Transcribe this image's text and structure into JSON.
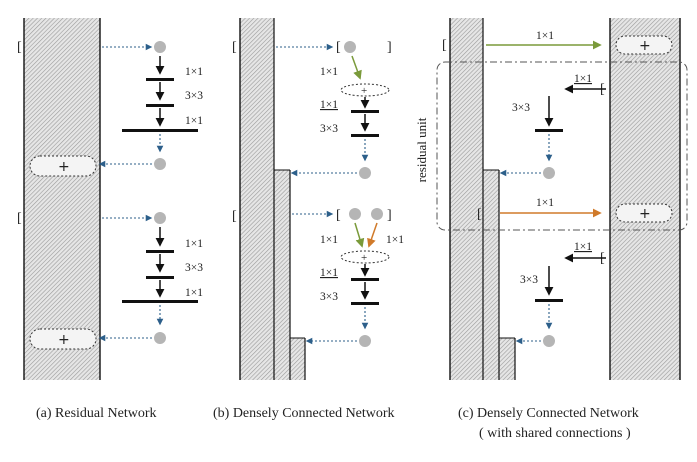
{
  "captions": {
    "a": "(a) Residual Network",
    "b": "(b) Densely Connected Network",
    "c1": "(c) Densely Connected Network",
    "c2": "( with shared connections )"
  },
  "ops": {
    "one_by_one": "1×1",
    "three_by_three": "3×3",
    "plus": "+"
  },
  "residual_unit_label": "residual unit",
  "colors": {
    "hatch": "#9a9a9a",
    "node": "#b5b5b5",
    "arrow_blue": "#2c5f8a",
    "arrow_green": "#7a9a3a",
    "arrow_orange": "#d07a2a",
    "black": "#111111"
  }
}
